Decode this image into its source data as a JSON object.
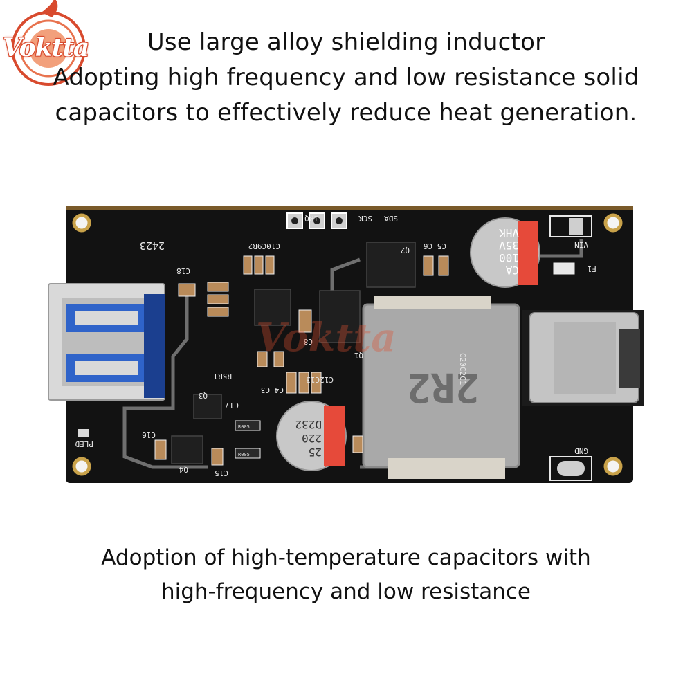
{
  "brand": {
    "logo_text": "Voktta",
    "watermark_text": "Voktta",
    "accent_color": "#d84a2e"
  },
  "top_caption": {
    "lines": [
      "Use large alloy shielding inductor",
      "Adopting high frequency and low resistance solid",
      "capacitors to effectively reduce heat generation."
    ]
  },
  "bottom_caption": {
    "lines": [
      "Adoption of high-temperature capacitors with",
      "high-frequency and low resistance"
    ]
  },
  "board": {
    "pcb_color": "#121212",
    "inductor_marking": "2R2",
    "big_cap_marking": [
      "CA",
      "100",
      "35V",
      "VHK"
    ],
    "small_cap_marking": [
      "25",
      "220",
      "D232"
    ],
    "labels": {
      "irq": "IRQ",
      "sck": "SCK",
      "sda": "SDA",
      "vin": "VIN",
      "gnd": "GND",
      "pled": "PLED",
      "f1": "F1",
      "q1": "Q1",
      "q2": "Q2",
      "q3": "Q3",
      "q4": "Q4",
      "c18": "C18",
      "c8": "C8",
      "c5c6": "C5 C6",
      "c10c9r2": "C10C9R2",
      "c20c2c1": "C20C2C1",
      "c12c13": "C12C13",
      "c4c3": "C4 C3",
      "r5r1": "R5R1",
      "c16": "C16",
      "c15": "C15",
      "c17": "C17",
      "date_code": "2423",
      "r005a": "R005",
      "r005b": "R005"
    }
  }
}
